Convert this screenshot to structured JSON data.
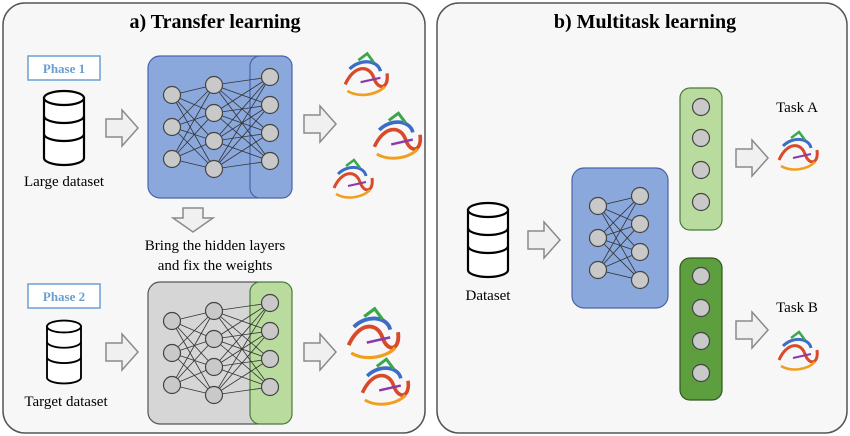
{
  "panel_a": {
    "title": "a) Transfer learning",
    "phase1_label": "Phase 1",
    "phase2_label": "Phase 2",
    "large_dataset_label": "Large dataset",
    "target_dataset_label": "Target dataset",
    "transfer_note_line1": "Bring the hidden layers",
    "transfer_note_line2": "and fix the weights"
  },
  "panel_b": {
    "title": "b) Multitask learning",
    "dataset_label": "Dataset",
    "task_a_label": "Task A",
    "task_b_label": "Task B"
  },
  "colors": {
    "panel_bg": "#f7f7f7",
    "panel_border": "#555555",
    "hidden_blue": "#8aa8dc",
    "hidden_blue_stroke": "#4a64a8",
    "hidden_grey": "#d6d6d6",
    "head_green_light": "#b9dc9e",
    "head_green_dark": "#5d9e3e",
    "node_fill": "#c9c9c9",
    "arrow_fill": "#f0f0f0"
  },
  "icons": [
    "database-icon",
    "right-arrow-icon",
    "down-arrow-icon",
    "protein-structure-icon"
  ]
}
